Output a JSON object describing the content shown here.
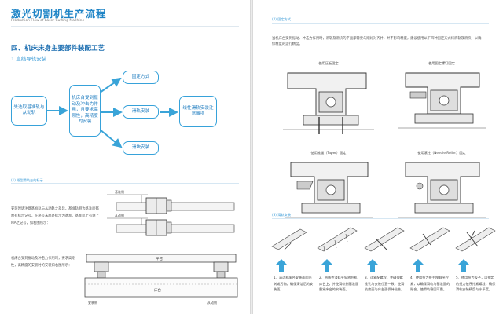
{
  "left_page": {
    "title": "激光切割机生产流程",
    "subtitle": "Production Flow of Laser Cutting Machine",
    "section_heading": "四、机床床身主要部件装配工艺",
    "subsection_heading": "1.直线导轨安装",
    "flow": {
      "start": "先选取基准轨与从动轨",
      "middle": "机床台受到振动及冲击力作用，且要求高刚性，高精度的安装",
      "branch_top": "固定方式",
      "branch_mid": "滑轨安装",
      "branch_bottom": "滑块安装",
      "end": "线性滑轨安装注意事项"
    },
    "note_1": "(1) 线型滑轨台的标示",
    "para_1": "安装时请注意基准轨与从动轨之差异。基准轨侧边基准面都附有标示记号，在序号末尾处标示为基准。基准轨上有刻上MA之记号，如右图所示：",
    "para_2": "机床台受到振动及冲击力作用时，要求高刚性，高精度的安装时的安装如右图所示：",
    "diagram_labels": {
      "rail_a": "基准侧",
      "rail_b": "从动侧",
      "table": "平台",
      "bed": "床台",
      "left_slide": "安装侧",
      "right_slide": "从动侧"
    }
  },
  "right_page": {
    "note_2": "(2) 固定方式",
    "para": "当机床台受到振动、冲击力作用时，滑轨及滑块的平面都需要与刚好对齐并，并不影响精度，建议使用以下四种固定方式将滑轨及滑块，以确保精度的运行精度。",
    "fig_labels": [
      "使用压板固定",
      "使用固定螺钉固定",
      "使用推拔（Taper）固定",
      "使用滚柱（Needle Roller）固定"
    ],
    "note_3": "(3) 滑轨安装",
    "steps": [
      "1、清洁机床台安装面的毛刺或污物，确保清洁后的安装面。",
      "2、将线性滑轨平轻放在机床台上，并使滑轨侧基准面靠紧床台的安装面。",
      "3、试紧配螺栓，并确保螺栓孔与安装位置一致，使滑轨底面与床台面保持贴合。",
      "4、使用扭力扳手按顺序拧紧，以确保滑轨与基准面的贴合，使滑轨稳固可靠。",
      "5、使用扭力扳子，以指定的扭力依序拧紧螺栓，确保滑轨安装精度与水平度。"
    ]
  },
  "colors": {
    "accent": "#1e84c6",
    "box_border": "#37a2da",
    "arrow": "#3aa4d8"
  }
}
